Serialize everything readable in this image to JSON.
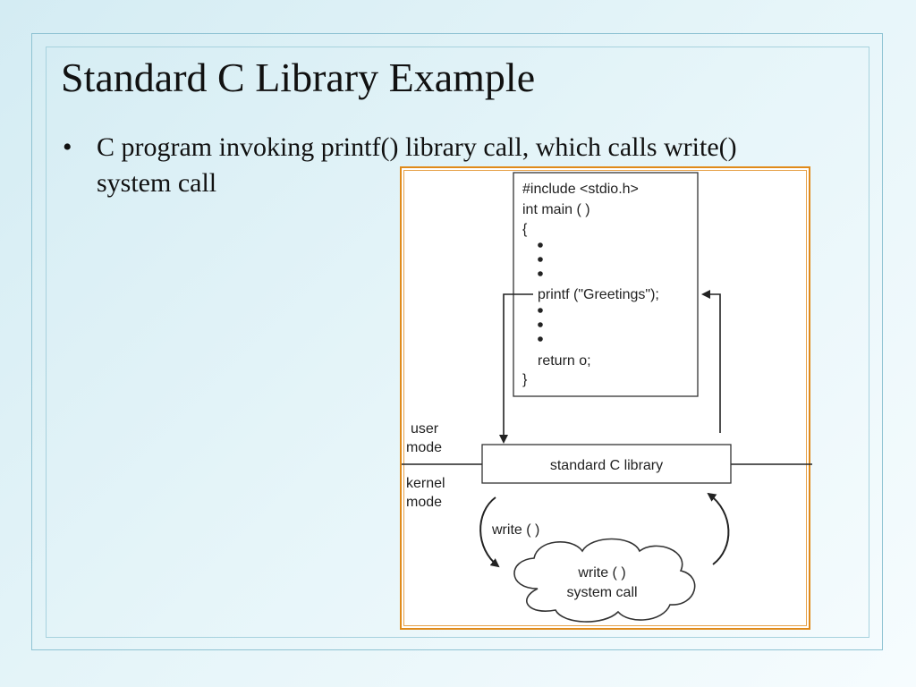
{
  "slide": {
    "title": "Standard C Library Example",
    "bullet": "C program invoking printf() library call, which calls write() system call"
  },
  "diagram": {
    "code_lines": [
      "#include <stdio.h>",
      "int main ( )",
      "{",
      "printf (\"Greetings\");",
      "return o;",
      "}"
    ],
    "user_mode_label": [
      "user",
      "mode"
    ],
    "kernel_mode_label": [
      "kernel",
      "mode"
    ],
    "library_box_label": "standard C library",
    "write_arrow_label": "write ( )",
    "system_call_label": [
      "write ( )",
      "system call"
    ]
  }
}
